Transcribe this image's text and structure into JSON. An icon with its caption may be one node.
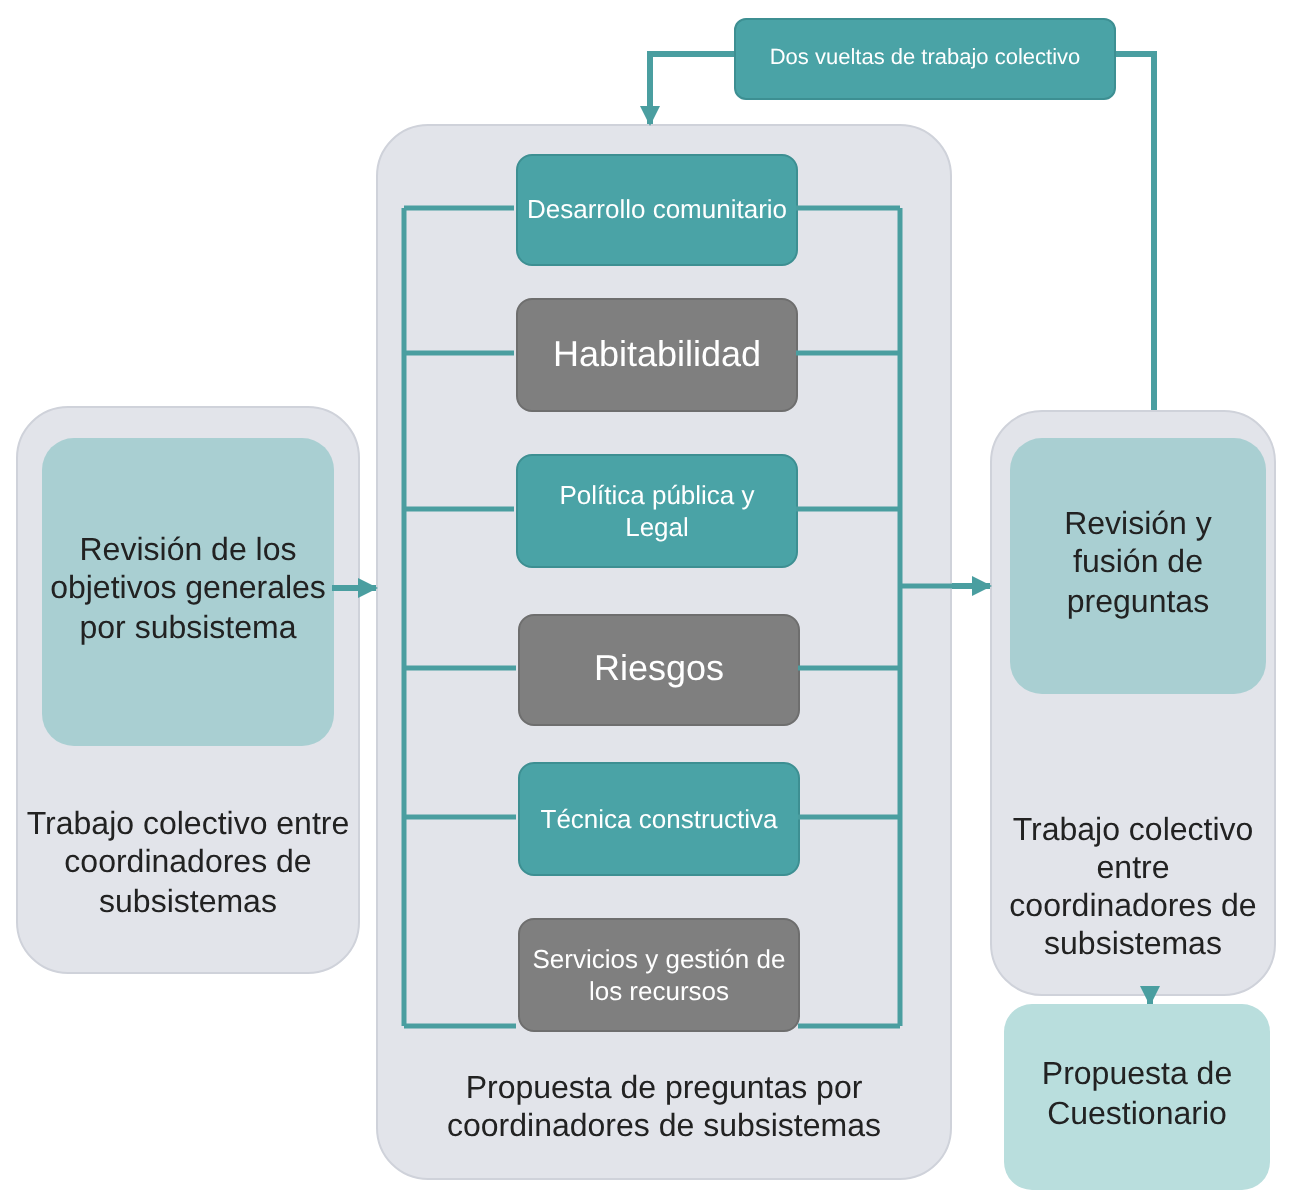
{
  "diagram": {
    "nodes": [
      {
        "text": [
          "Trabajo colectivo entre coordinadores de subsistemas"
        ]
      },
      {
        "text": [
          "Revisión de los objetivos generales por subsistema"
        ],
        "in": 0
      },
      {
        "text": [
          "Propuesta de preguntas por coordinadores de subsistemas"
        ]
      },
      {
        "text": [
          "Desarrollo comunitario"
        ],
        "in": 2
      },
      {
        "text": [
          "Habitabilidad"
        ],
        "in": 2
      },
      {
        "text": [
          "Política pública y Legal"
        ],
        "in": 2
      },
      {
        "text": [
          "Riesgos"
        ],
        "in": 2
      },
      {
        "text": [
          "Técnica constructiva"
        ],
        "in": 2
      },
      {
        "text": [
          "Servicios y gestión de los recursos"
        ],
        "in": 2
      },
      {
        "text": [
          "Trabajo colectivo entre coordinadores de subsistemas"
        ]
      },
      {
        "text": [
          "Revisión y fusión de preguntas"
        ],
        "in": 9
      },
      {
        "text": [
          "Dos vueltas de trabajo colectivo"
        ]
      },
      {
        "text": [
          "Propuesta de Cuestionario"
        ]
      }
    ],
    "edges": [
      {
        "from": 1,
        "to": 2,
        "arrow": "to"
      },
      {
        "from": 2,
        "to": 9,
        "arrow": "to"
      },
      {
        "from": 9,
        "to": 11,
        "arrow": "none"
      },
      {
        "from": 11,
        "to": 2,
        "arrow": "to"
      },
      {
        "from": 9,
        "to": 12,
        "arrow": "to"
      }
    ]
  }
}
